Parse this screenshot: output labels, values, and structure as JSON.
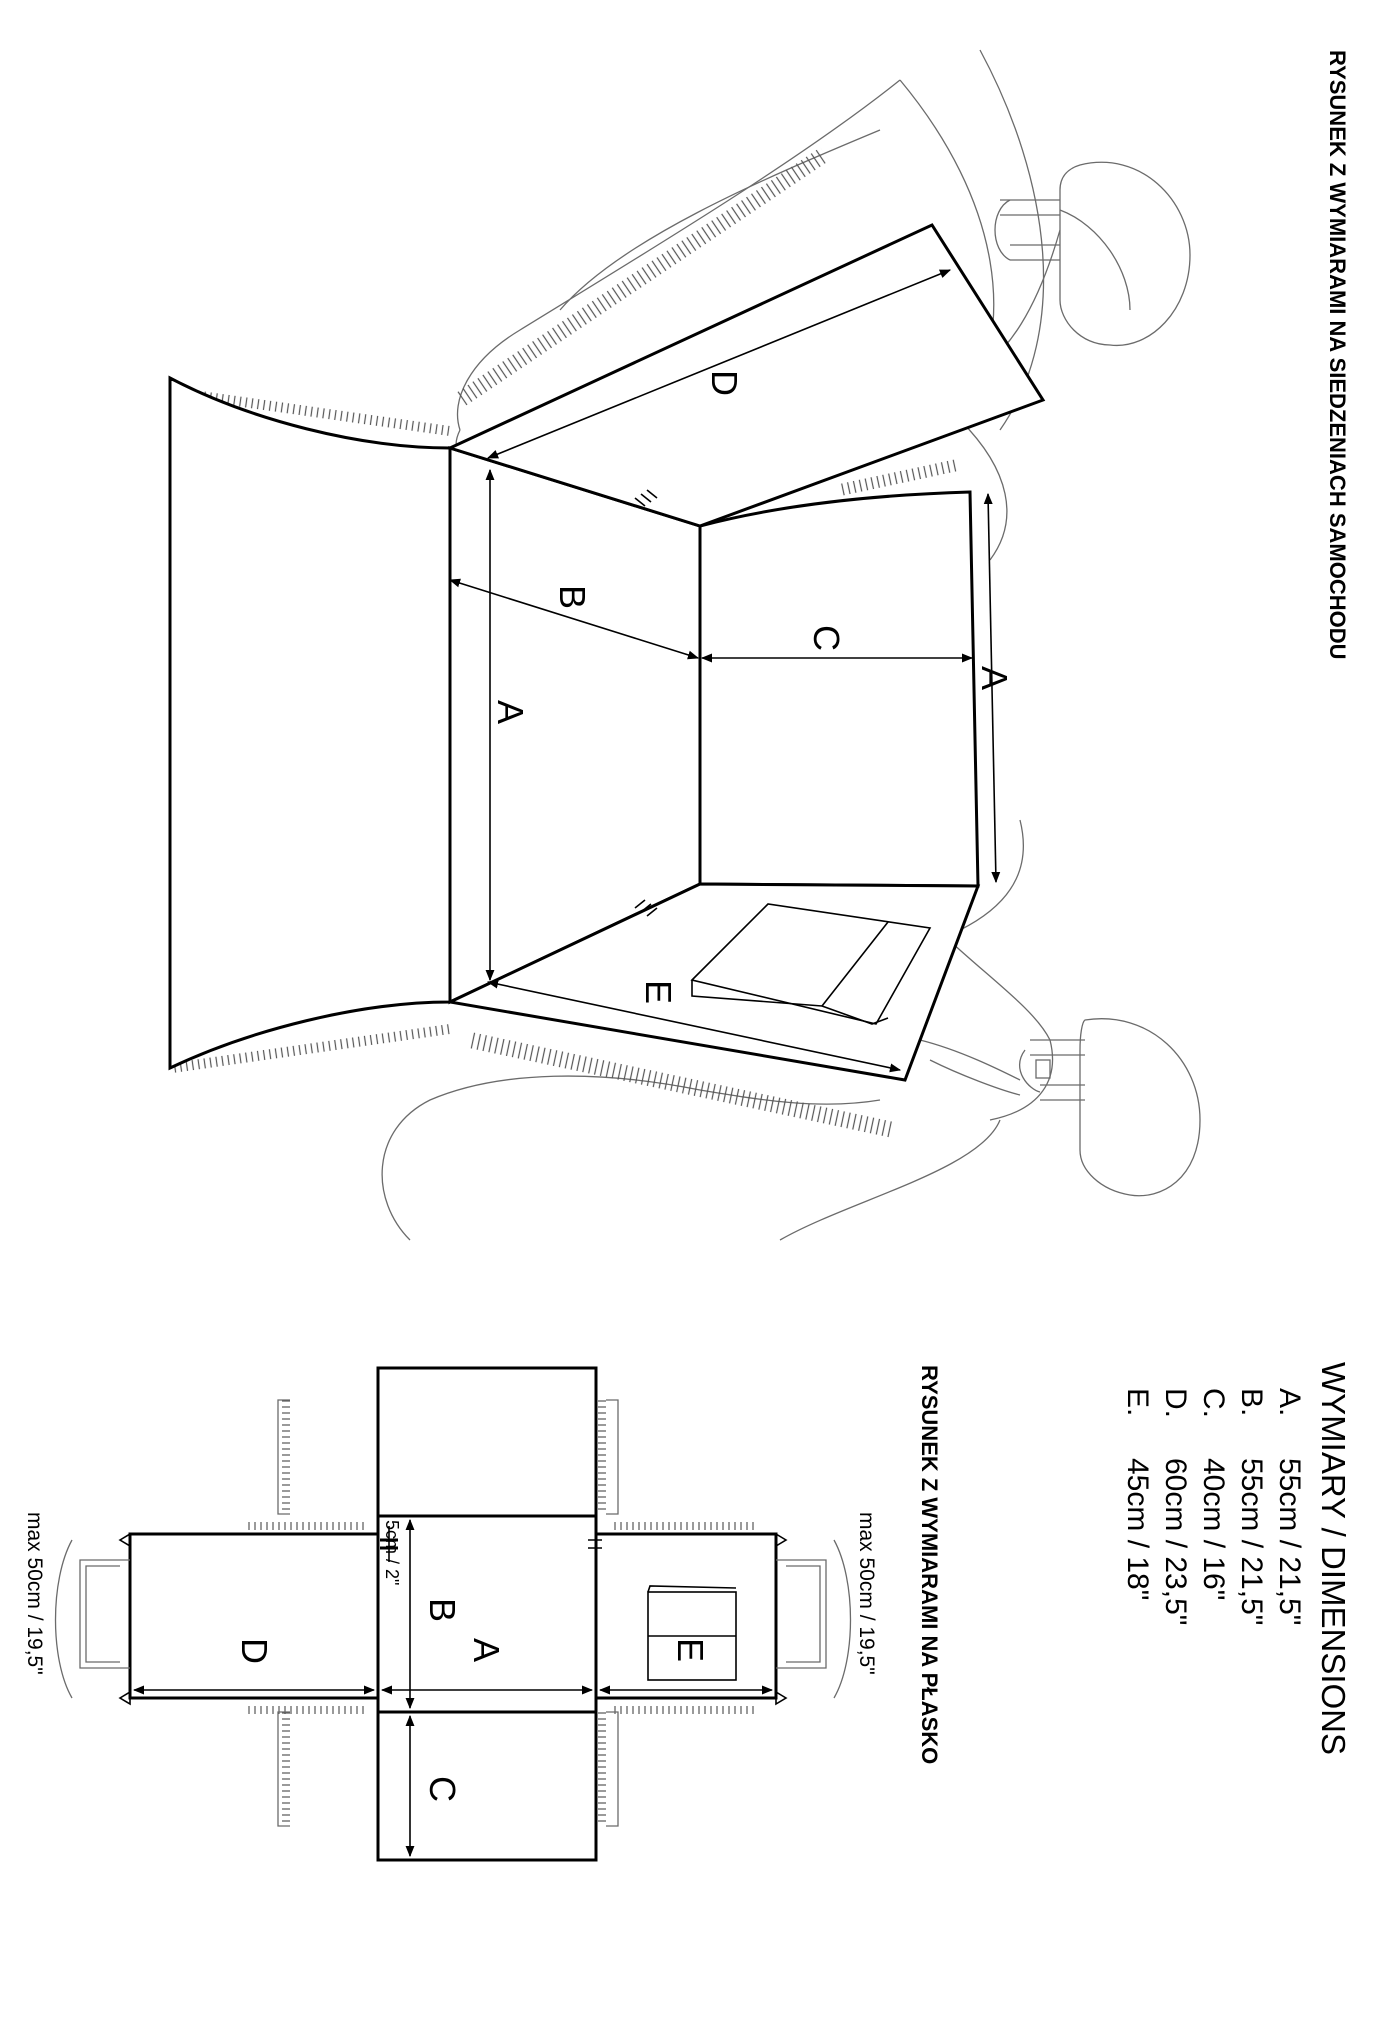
{
  "titles": {
    "seat_drawing": "RYSUNEK Z WYMIARAMI NA SIEDZENIACH SAMOCHODU",
    "flat_drawing": "RYSUNEK Z WYMIARAMI NA PŁASKO"
  },
  "dimensions": {
    "heading": "WYMIARY / DIMENSIONS",
    "rows": [
      {
        "letter": "A.",
        "value": "55cm / 21,5\""
      },
      {
        "letter": "B.",
        "value": "55cm / 21,5\""
      },
      {
        "letter": "C.",
        "value": "40cm / 16\""
      },
      {
        "letter": "D.",
        "value": "60cm / 23,5\""
      },
      {
        "letter": "E.",
        "value": "45cm / 18\""
      }
    ]
  },
  "seat_labels": {
    "a_left": "A",
    "a_right": "A",
    "b": "B",
    "c": "C",
    "d": "D",
    "e": "E"
  },
  "flat_labels": {
    "a": "A",
    "b": "B",
    "c": "C",
    "d": "D",
    "e": "E",
    "strap_gap": "5cm / 2\"",
    "max_left": "max 50cm / 19,5\"",
    "max_right": "max 50cm / 19,5\""
  }
}
